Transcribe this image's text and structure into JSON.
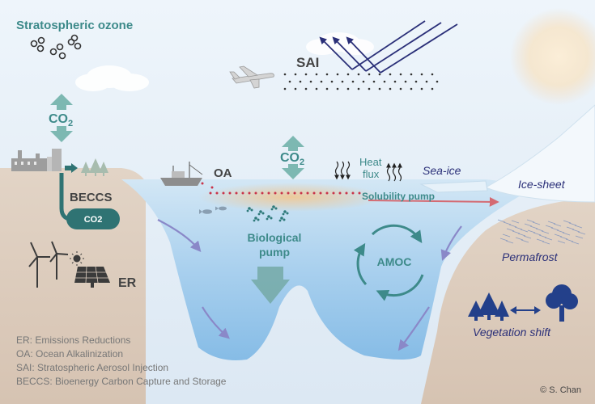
{
  "labels": {
    "stratospheric_ozone": "Stratospheric ozone",
    "sai": "SAI",
    "co2_left_main": "CO",
    "co2_left_sub": "2",
    "co2_center_main": "CO",
    "co2_center_sub": "2",
    "beccs": "BECCS",
    "co2_storage": "CO2",
    "oa": "OA",
    "heat_flux": [
      "Heat",
      "flux"
    ],
    "sea_ice": "Sea-ice",
    "ice_sheet": "Ice-sheet",
    "solubility_pump": "Solubility pump",
    "biological_pump": [
      "Biological",
      "pump"
    ],
    "amoc": "AMOC",
    "permafrost": "Permafrost",
    "er": "ER",
    "vegetation_shift": "Vegetation shift",
    "copyright": "© S. Chan"
  },
  "legend": [
    "ER: Emissions Reductions",
    "OA: Ocean Alkalinization",
    "SAI: Stratospheric Aerosol Injection",
    "BECCS: Bioenergy Carbon Capture and Storage"
  ],
  "colors": {
    "teal": "#3d8a8a",
    "navy": "#2a2f78",
    "ocean_top": "#cfe4f3",
    "ocean_deep": "#8fc0e6",
    "land": "#dfd0c2",
    "red_arrow": "#d46a72",
    "purple_arrow": "#8a88c8",
    "gray_text": "#777777",
    "dark_text": "#444444"
  }
}
